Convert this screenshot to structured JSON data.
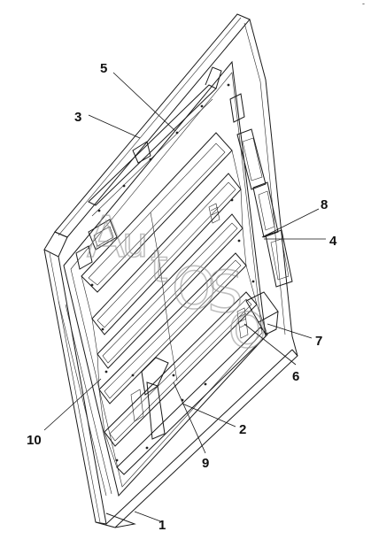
{
  "diagram": {
    "corner_mark": "-",
    "watermark_letters": [
      "A",
      "u",
      "t",
      "O",
      "S",
      "O"
    ],
    "callouts": [
      {
        "id": "c1",
        "label": "1"
      },
      {
        "id": "c2",
        "label": "2"
      },
      {
        "id": "c3",
        "label": "3"
      },
      {
        "id": "c4",
        "label": "4"
      },
      {
        "id": "c5",
        "label": "5"
      },
      {
        "id": "c6",
        "label": "6"
      },
      {
        "id": "c7",
        "label": "7"
      },
      {
        "id": "c8",
        "label": "8"
      },
      {
        "id": "c9",
        "label": "9"
      },
      {
        "id": "c10",
        "label": "10"
      }
    ],
    "colors": {
      "line": "#1a1a1a",
      "watermark": "#8c8c8c",
      "background": "#ffffff"
    }
  }
}
